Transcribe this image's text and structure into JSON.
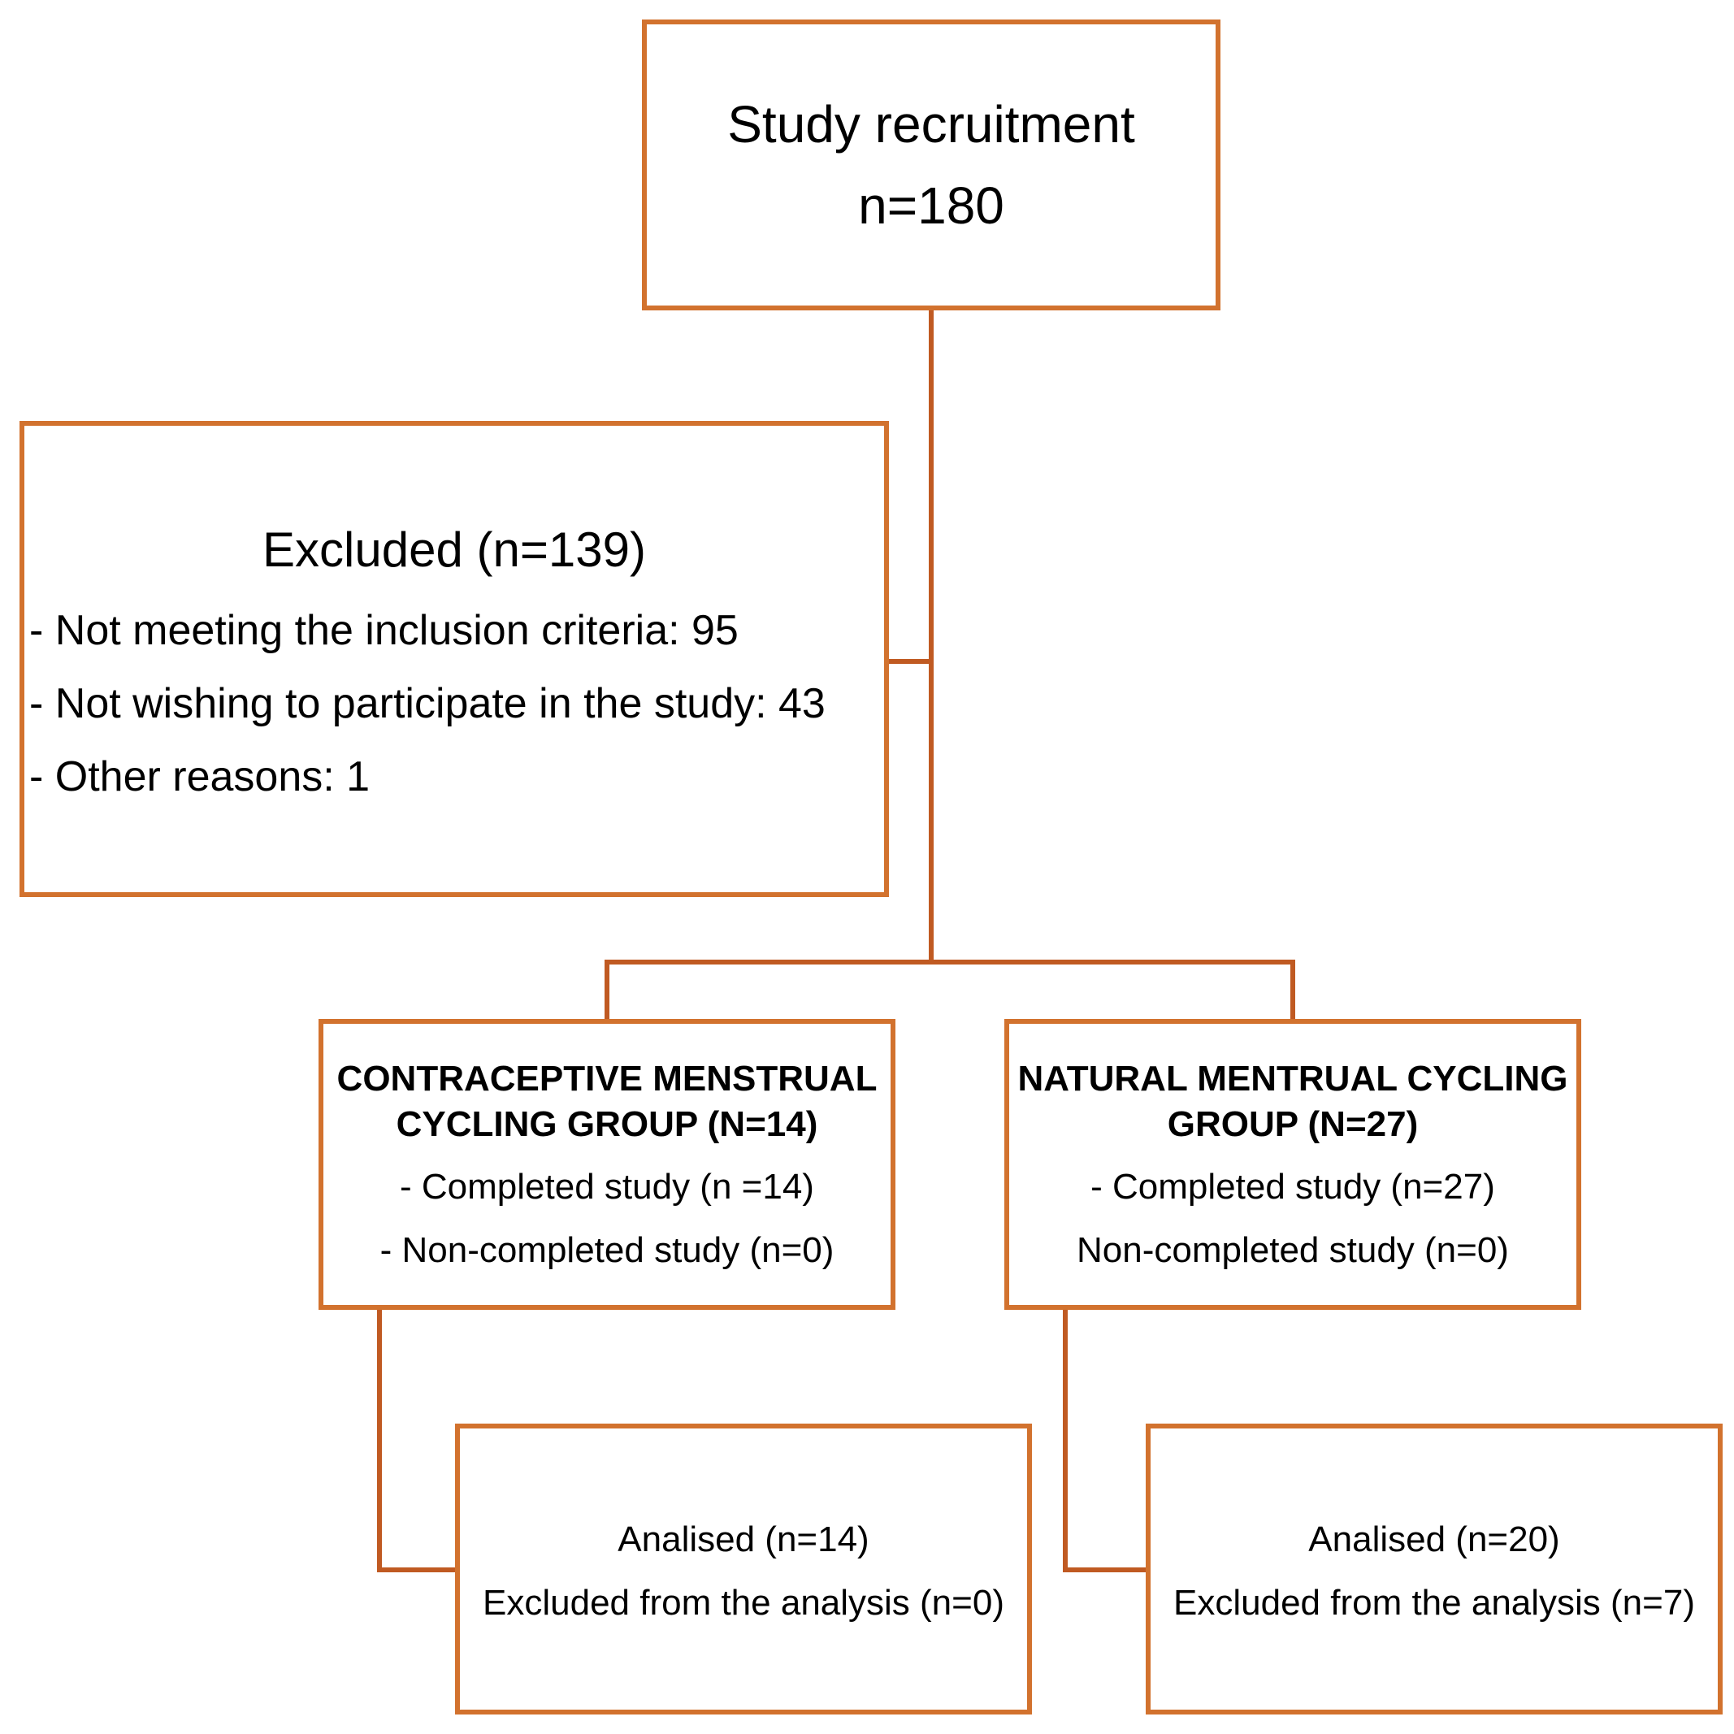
{
  "colors": {
    "box_border": "#d2722e",
    "connector": "#c05a22",
    "text": "#000000"
  },
  "recruitment": {
    "title": "Study recruitment",
    "count": "n=180"
  },
  "excluded": {
    "title": "Excluded (n=139)",
    "reasons": [
      "- Not meeting the inclusion criteria: 95",
      "- Not wishing to participate in the study: 43",
      "- Other reasons: 1"
    ]
  },
  "contraceptive_group": {
    "heading": "CONTRACEPTIVE MENSTRUAL CYCLING GROUP (N=14)",
    "completed": "- Completed study (n =14)",
    "non_completed": "- Non-completed study (n=0)"
  },
  "natural_group": {
    "heading": "NATURAL MENTRUAL CYCLING GROUP (N=27)",
    "completed": "- Completed study (n=27)",
    "non_completed": "Non-completed study (n=0)"
  },
  "contraceptive_analysis": {
    "analysed": "Analised (n=14)",
    "excluded": "Excluded from the analysis (n=0)"
  },
  "natural_analysis": {
    "analysed": "Analised (n=20)",
    "excluded": "Excluded from the analysis (n=7)"
  }
}
